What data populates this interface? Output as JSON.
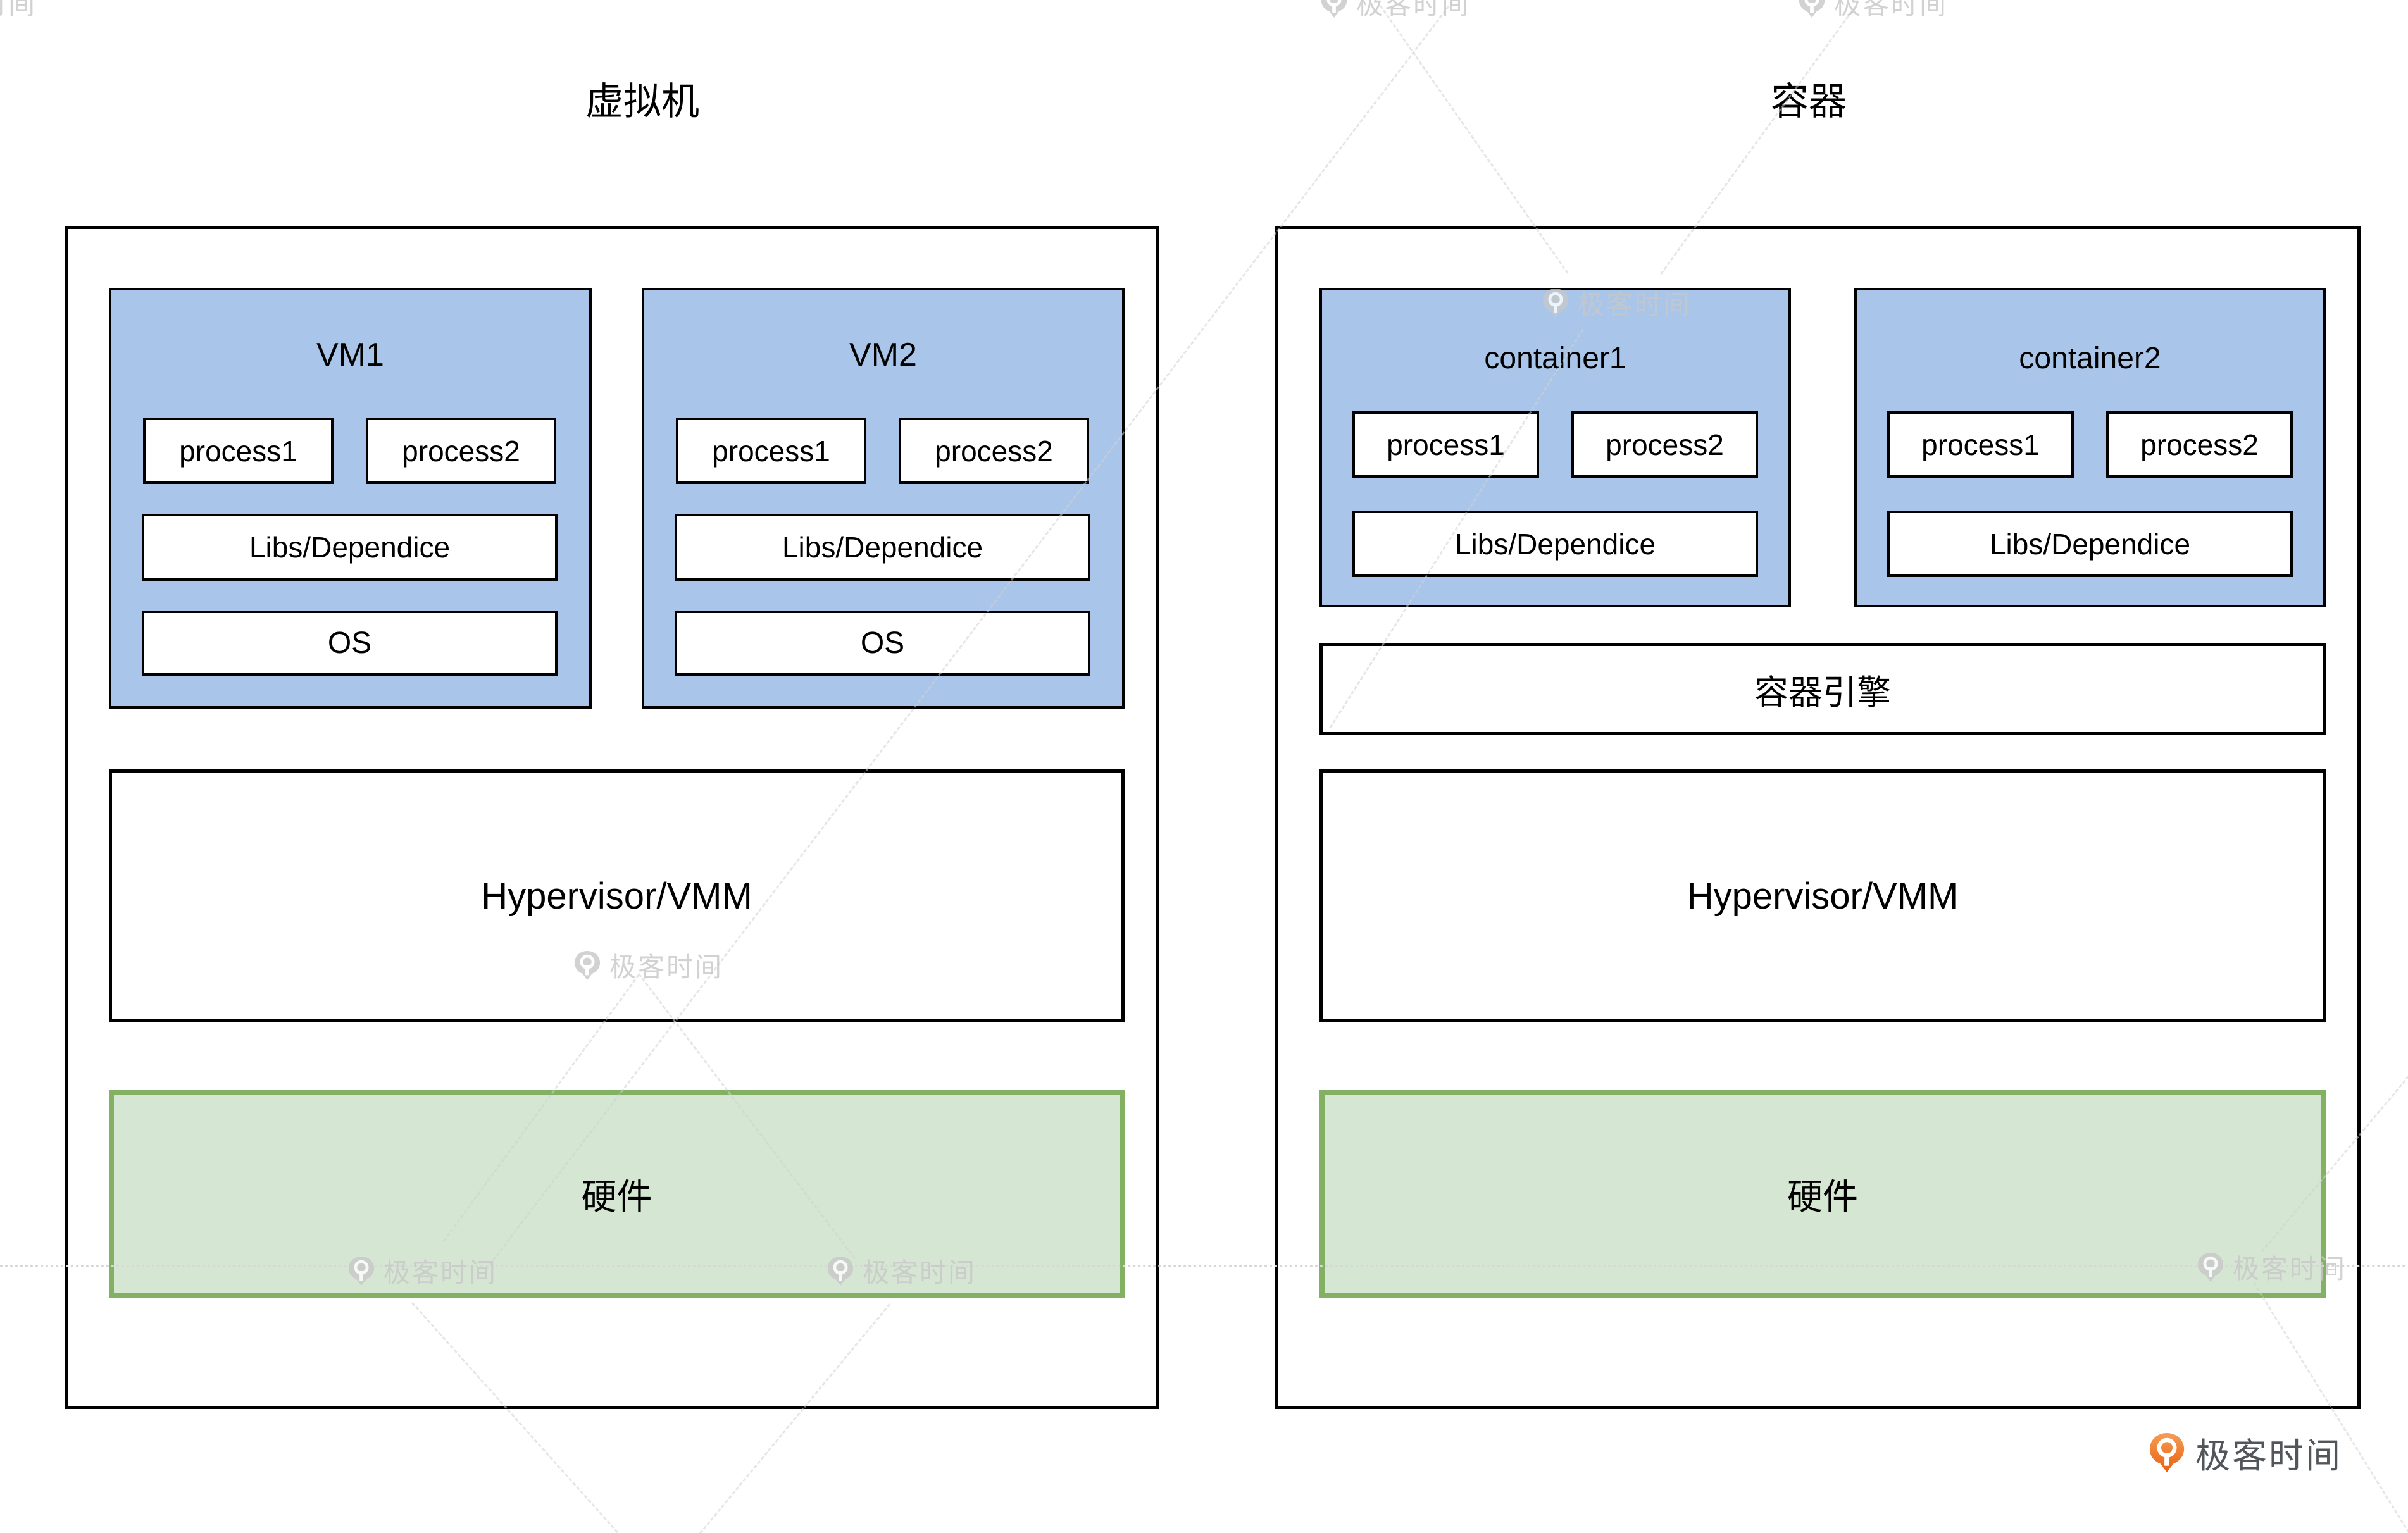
{
  "diagram": {
    "left_panel": {
      "title": "虚拟机",
      "vms": [
        {
          "label": "VM1",
          "processes": [
            "process1",
            "process2"
          ],
          "libs": "Libs/Dependice",
          "os": "OS"
        },
        {
          "label": "VM2",
          "processes": [
            "process1",
            "process2"
          ],
          "libs": "Libs/Dependice",
          "os": "OS"
        }
      ],
      "hypervisor": "Hypervisor/VMM",
      "hardware": "硬件"
    },
    "right_panel": {
      "title": "容器",
      "containers": [
        {
          "label": "container1",
          "processes": [
            "process1",
            "process2"
          ],
          "libs": "Libs/Dependice"
        },
        {
          "label": "container2",
          "processes": [
            "process1",
            "process2"
          ],
          "libs": "Libs/Dependice"
        }
      ],
      "engine": "容器引擎",
      "hypervisor": "Hypervisor/VMM",
      "hardware": "硬件"
    }
  },
  "watermark": {
    "text": "极客时间"
  },
  "brand": {
    "label": "极客时间"
  },
  "colors": {
    "vm_fill": "#a9c6ea",
    "hardware_fill": "#d5e6d3",
    "hardware_border": "#82b163",
    "box_border": "#000000",
    "watermark_gray": "#c8c8c8",
    "brand_orange": "#e8610d",
    "brand_text": "#51565b"
  }
}
